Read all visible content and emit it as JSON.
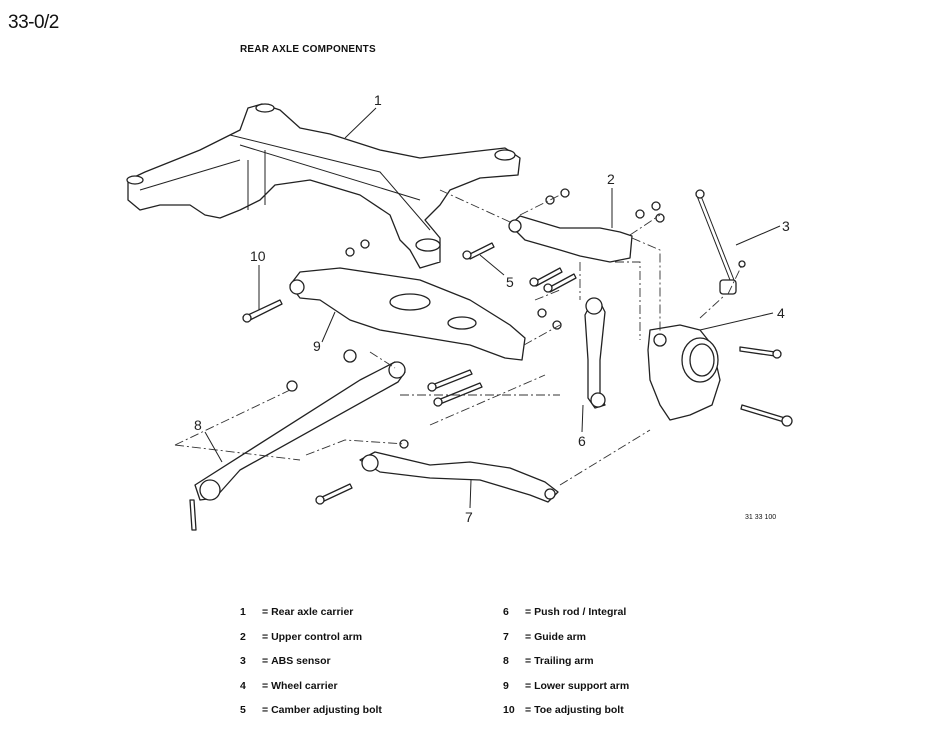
{
  "page_number": "33-0/2",
  "title": "REAR AXLE COMPONENTS",
  "figure_id": "31 33 100",
  "callouts": [
    "1",
    "2",
    "3",
    "4",
    "5",
    "6",
    "7",
    "8",
    "9",
    "10"
  ],
  "legend": [
    {
      "num": "1",
      "sep": "=",
      "label": "Rear axle carrier"
    },
    {
      "num": "2",
      "sep": "=",
      "label": "Upper control arm"
    },
    {
      "num": "3",
      "sep": "=",
      "label": "ABS sensor"
    },
    {
      "num": "4",
      "sep": "=",
      "label": "Wheel carrier"
    },
    {
      "num": "5",
      "sep": "=",
      "label": "Camber adjusting bolt"
    },
    {
      "num": "6",
      "sep": "=",
      "label": "Push rod / Integral"
    },
    {
      "num": "7",
      "sep": "=",
      "label": "Guide arm"
    },
    {
      "num": "8",
      "sep": "=",
      "label": "Trailing arm"
    },
    {
      "num": "9",
      "sep": "=",
      "label": "Lower support arm"
    },
    {
      "num": "10",
      "sep": "=",
      "label": "Toe adjusting bolt"
    }
  ]
}
